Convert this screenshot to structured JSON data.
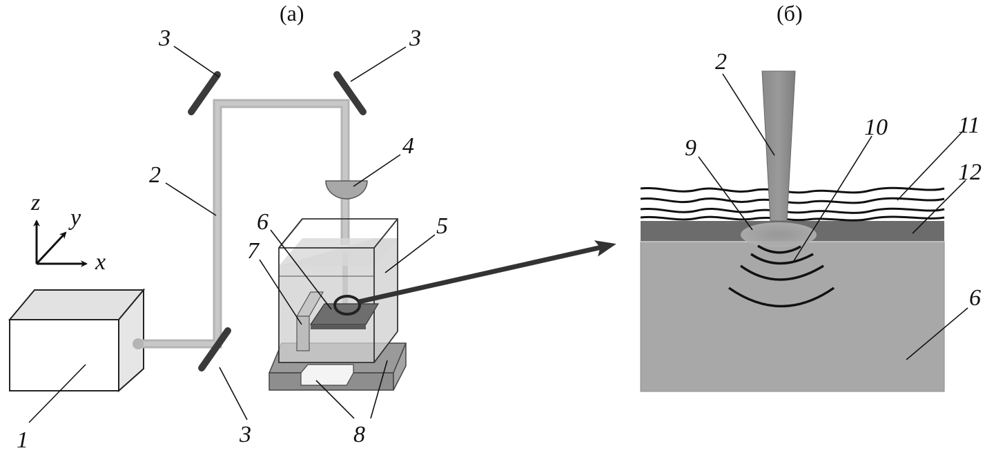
{
  "panels": {
    "a": {
      "title": "(a)"
    },
    "b": {
      "title": "(б)"
    }
  },
  "axes": {
    "z": "z",
    "y": "y",
    "x": "x"
  },
  "labels": {
    "laser": "1",
    "beam_a": "2",
    "mirror_left_top": "3",
    "mirror_right_top": "3",
    "mirror_bottom": "3",
    "lens": "4",
    "cell": "5",
    "sample_a": "6",
    "holder": "7",
    "stage": "8",
    "beam_b": "2",
    "melt_zone": "9",
    "shock_waves": "10",
    "liquid": "11",
    "layer": "12",
    "sample_b": "6"
  },
  "colors": {
    "beam": "#b4b4b4",
    "mirror": "#3a3a3a",
    "liquid": "#c9c9c9",
    "sample": "#7a7a7a",
    "substrate": "#a8a8a8",
    "top_layer": "#6c6c6c"
  }
}
